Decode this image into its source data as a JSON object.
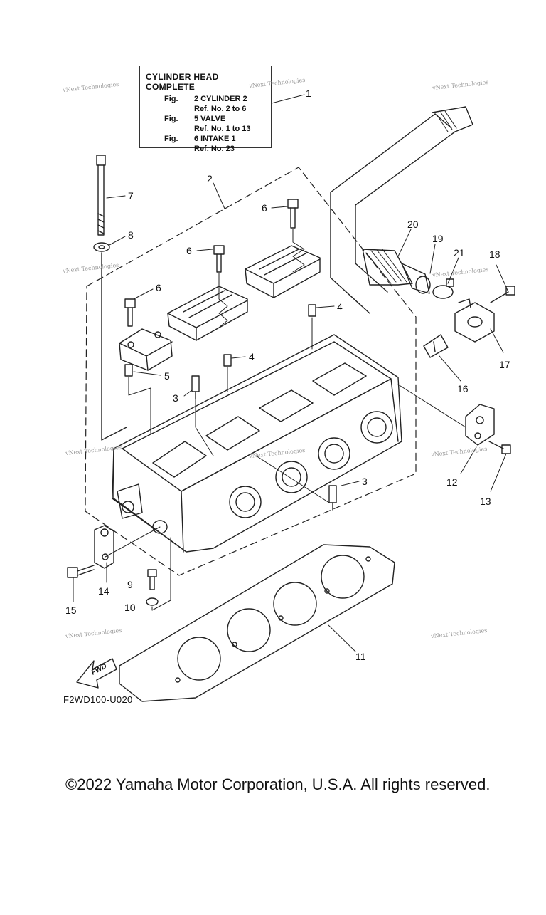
{
  "ref_box": {
    "title": "CYLINDER HEAD COMPLETE",
    "lines": [
      {
        "fig": "Fig.",
        "text": "2 CYLINDER 2"
      },
      {
        "text": "Ref. No. 2 to 6"
      },
      {
        "fig": "Fig.",
        "text": "5 VALVE"
      },
      {
        "text": "Ref. No. 1 to 13"
      },
      {
        "fig": "Fig.",
        "text": "6 INTAKE 1"
      },
      {
        "text": "Ref. No. 23"
      }
    ]
  },
  "callouts": {
    "c1": "1",
    "c2": "2",
    "c3a": "3",
    "c3b": "3",
    "c4a": "4",
    "c4b": "4",
    "c5": "5",
    "c6a": "6",
    "c6b": "6",
    "c6c": "6",
    "c7": "7",
    "c8": "8",
    "c9": "9",
    "c10": "10",
    "c11": "11",
    "c12": "12",
    "c13": "13",
    "c14": "14",
    "c15": "15",
    "c16": "16",
    "c17": "17",
    "c18": "18",
    "c19": "19",
    "c20": "20",
    "c21": "21"
  },
  "watermark": "vNext Technologies",
  "fwd_label": "FWD",
  "diagram_code": "F2WD100-U020",
  "copyright": "©2022 Yamaha Motor Corporation, U.S.A. All rights reserved."
}
